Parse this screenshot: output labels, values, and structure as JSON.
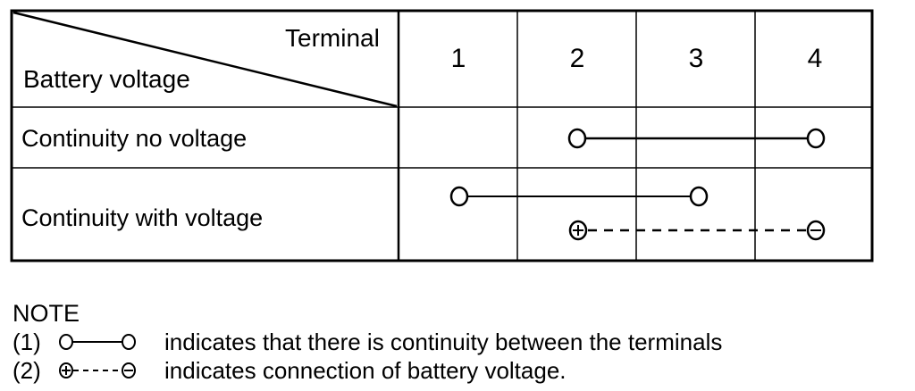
{
  "table": {
    "header_terminal": "Terminal",
    "header_battery": "Battery voltage",
    "terminals": [
      "1",
      "2",
      "3",
      "4"
    ],
    "rows": [
      {
        "label": "Continuity no voltage"
      },
      {
        "label": "Continuity with voltage"
      }
    ]
  },
  "note": {
    "title": "NOTE",
    "items": [
      {
        "index": "(1)",
        "symbol": "continuity-symbol",
        "text": "indicates that there is continuity between the terminals"
      },
      {
        "index": "(2)",
        "symbol": "battery-voltage-symbol",
        "text": "indicates connection of battery voltage."
      }
    ]
  }
}
